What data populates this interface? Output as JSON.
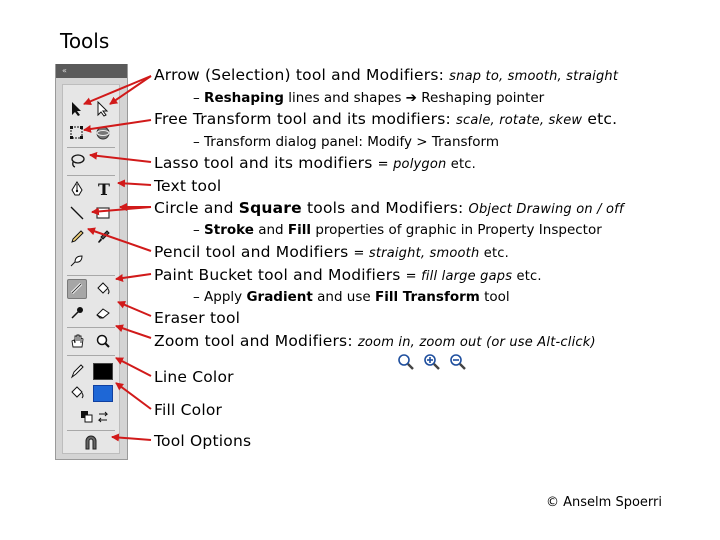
{
  "title": "Tools",
  "toolbar": {
    "collapse_label": "«"
  },
  "items": {
    "arrow": {
      "name": "Arrow",
      "rest": " (Selection) tool and Modifiers: ",
      "modifiers": "snap to, smooth, straight"
    },
    "arrow_sub": {
      "dash": "– ",
      "bold": "Reshaping",
      "rest": " lines and shapes ",
      "arrow": "➔",
      "tail": " Reshaping pointer"
    },
    "free_transform": {
      "name": "Free Transform",
      "rest": " tool and its modifiers: ",
      "modifiers": "scale, rotate, skew",
      "tail": " etc."
    },
    "ft_sub": {
      "text": "– Transform dialog panel: Modify > Transform"
    },
    "lasso": {
      "name": "Lasso",
      "rest": " tool and its modifiers ",
      "modifiers": "= polygon",
      "tail": " etc."
    },
    "text": {
      "name": "Text",
      "rest": " tool"
    },
    "circle_square": {
      "name1": "Circle",
      "and": " and ",
      "name2": "Square",
      "rest": " tools and Modifiers: ",
      "modifiers": "Object Drawing on / off"
    },
    "stroke_fill_sub": {
      "dash": "– ",
      "bold1": "Stroke",
      "and": " and ",
      "bold2": "Fill",
      "rest": " properties of graphic in Property Inspector"
    },
    "pencil": {
      "name": "Pencil",
      "rest": " tool and Modifiers ",
      "modifiers": "= straight, smooth",
      "tail": " etc."
    },
    "paint_bucket": {
      "name": "Paint Bucket",
      "rest": " tool and Modifiers ",
      "modifiers": "= fill large gaps",
      "tail": " etc."
    },
    "gradient_sub": {
      "dash": "– Apply ",
      "bold1": "Gradient",
      "and": " and use ",
      "bold2": "Fill Transform",
      "rest": " tool"
    },
    "eraser": {
      "name": "Eraser",
      "rest": " tool"
    },
    "zoom": {
      "name": "Zoom",
      "rest": " tool and Modifiers: ",
      "modifiers": "zoom in, zoom out  (or use Alt-click)"
    },
    "line_color": {
      "name": "Line Color"
    },
    "fill_color": {
      "name": "Fill Color"
    },
    "tool_options": {
      "name": "Tool Options"
    }
  },
  "copyright": "© Anselm Spoerri",
  "colors": {
    "arrow_red": "#d11a1a",
    "fill_swatch": "#1e67d6",
    "stroke_swatch": "#000000"
  }
}
